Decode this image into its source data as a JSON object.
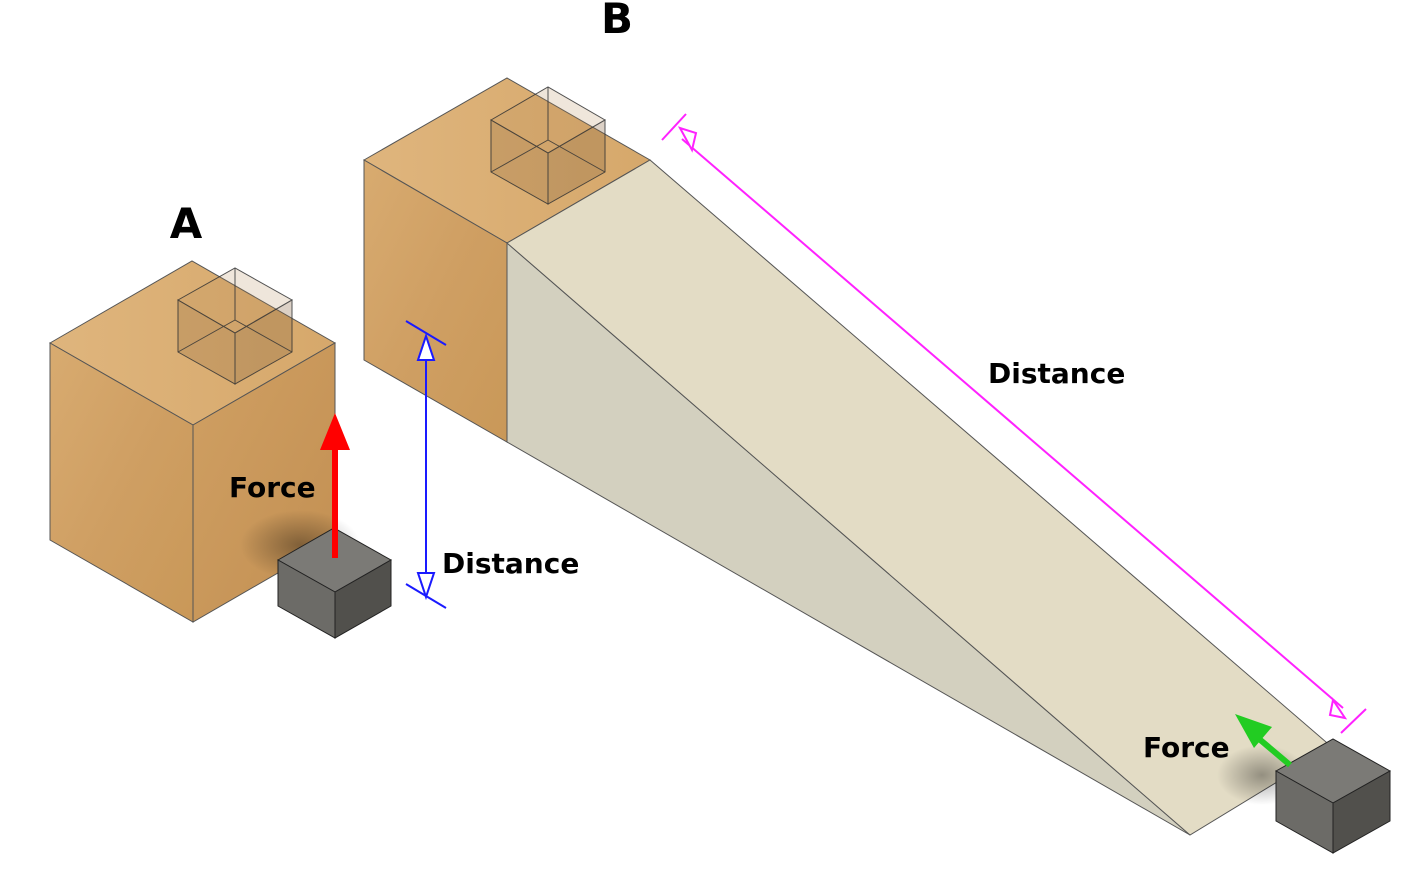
{
  "labels": {
    "scenario_a": "A",
    "scenario_b": "B",
    "force_a": "Force",
    "distance_a": "Distance",
    "distance_b": "Distance",
    "force_b": "Force"
  },
  "colors": {
    "wood_front": "#d3a468",
    "wood_side": "#c99b5e",
    "wood_top": "#dcb27a",
    "ramp_top": "#e3dcc6",
    "ramp_side": "#d2cfbd",
    "weight_front": "#6a6a66",
    "weight_side": "#53524e",
    "weight_top": "#858480",
    "force_arrow_a": "#ff0000",
    "force_arrow_b": "#22cc22",
    "distance_a": "#1a1aff",
    "distance_b": "#ff22ff"
  }
}
